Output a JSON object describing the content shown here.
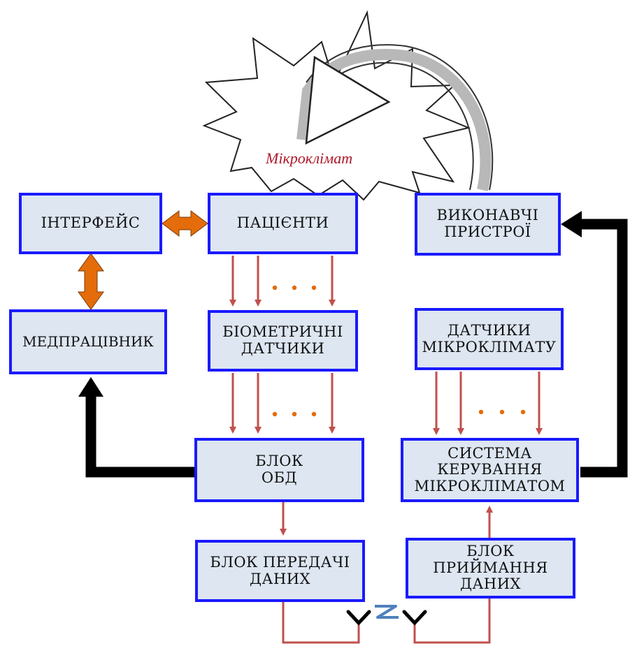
{
  "microclimate_label": "Мікроклімат",
  "blocks": {
    "interface": [
      "ІНТЕРФЕЙС"
    ],
    "patients": [
      "ПАЦІЄНТИ"
    ],
    "actuators": [
      "ВИКОНАВЧІ",
      "ПРИСТРОЇ"
    ],
    "medworker": [
      "МЕДПРАЦІВНИК"
    ],
    "biosensors": [
      "БІОМЕТРИЧНІ",
      "ДАТЧИКИ"
    ],
    "climate_sensors": [
      "ДАТЧИКИ",
      "МІКРОКЛІМАТУ"
    ],
    "obd": [
      "БЛОК",
      "ОБД"
    ],
    "control_system": [
      "СИСТЕМА",
      "КЕРУВАННЯ",
      "МІКРОКЛІМАТОМ"
    ],
    "transmit": [
      "БЛОК ПЕРЕДАЧІ",
      "ДАНИХ"
    ],
    "receive": [
      "БЛОК",
      "ПРИЙМАННЯ",
      "ДАНИХ"
    ]
  },
  "colors": {
    "box_fill": "#dde6f1",
    "box_border": "#1a1aff",
    "signal_arrow": "#c0504d",
    "control_arrow": "#000000",
    "bidirectional_arrow": "#e46c0a",
    "wireless_symbol": "#4f81bd",
    "label_red": "#b0182a"
  }
}
